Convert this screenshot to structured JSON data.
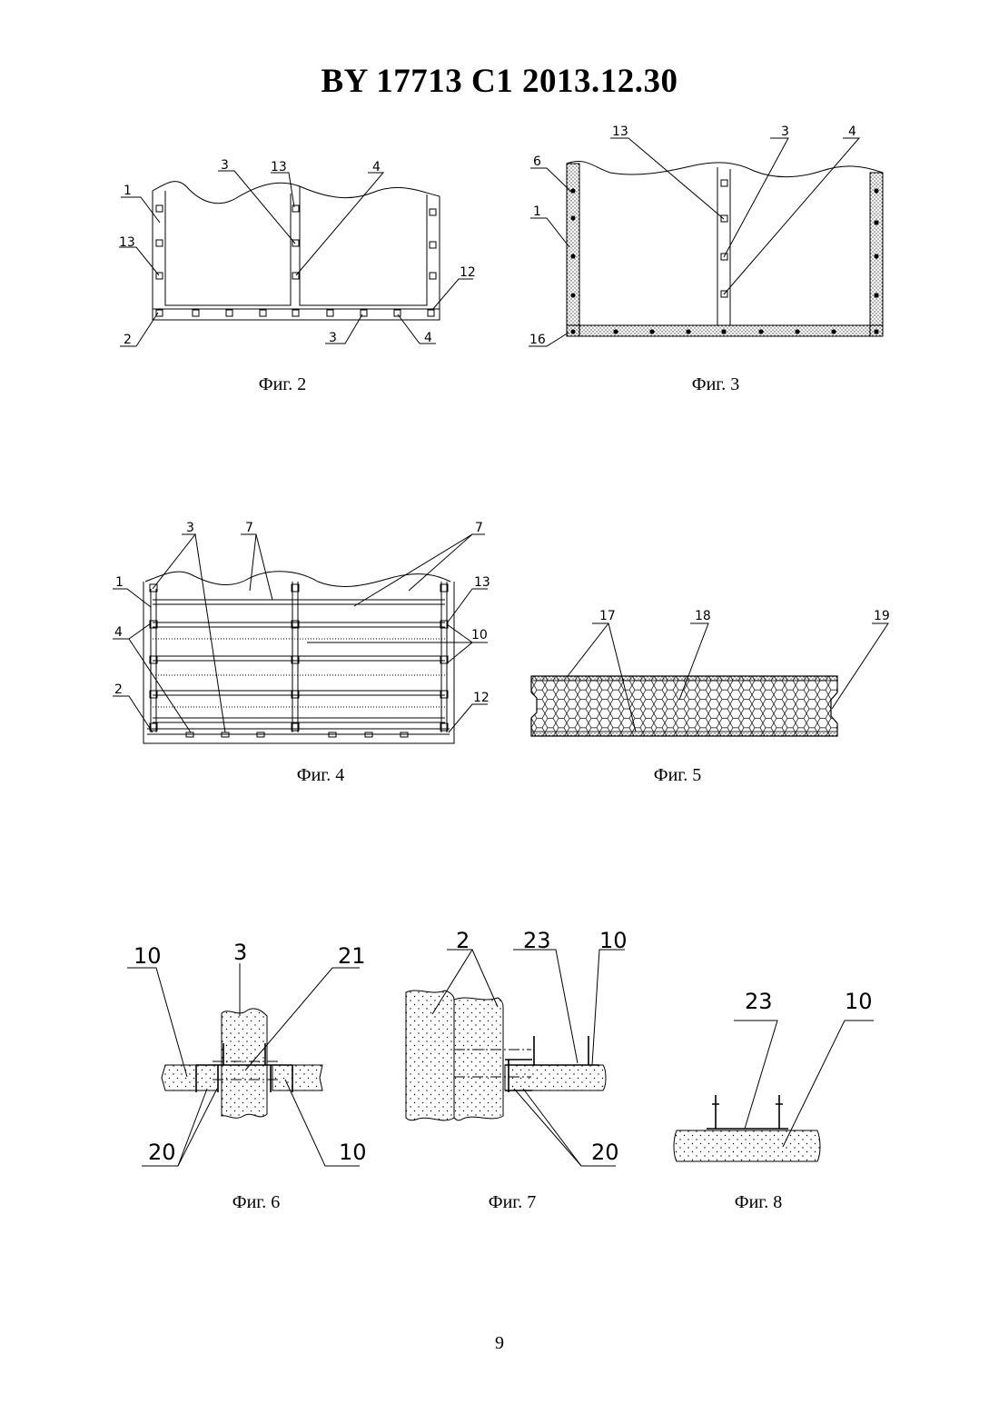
{
  "header": "BY  17713  C1  2013.12.30",
  "page_number": "9",
  "figures": {
    "fig2": {
      "caption": "Фиг. 2",
      "labels": [
        "1",
        "13",
        "3",
        "13",
        "4",
        "12",
        "2",
        "3",
        "4"
      ]
    },
    "fig3": {
      "caption": "Фиг. 3",
      "labels": [
        "13",
        "3",
        "4",
        "6",
        "1",
        "16"
      ]
    },
    "fig4": {
      "caption": "Фиг. 4",
      "labels": [
        "3",
        "7",
        "7",
        "1",
        "13",
        "4",
        "10",
        "2",
        "12"
      ]
    },
    "fig5": {
      "caption": "Фиг. 5",
      "labels": [
        "17",
        "18",
        "19"
      ]
    },
    "fig6": {
      "caption": "Фиг. 6",
      "labels": [
        "10",
        "3",
        "21",
        "20",
        "10"
      ]
    },
    "fig7": {
      "caption": "Фиг. 7",
      "labels": [
        "2",
        "23",
        "10",
        "20"
      ]
    },
    "fig8": {
      "caption": "Фиг. 8",
      "labels": [
        "23",
        "10"
      ]
    }
  }
}
